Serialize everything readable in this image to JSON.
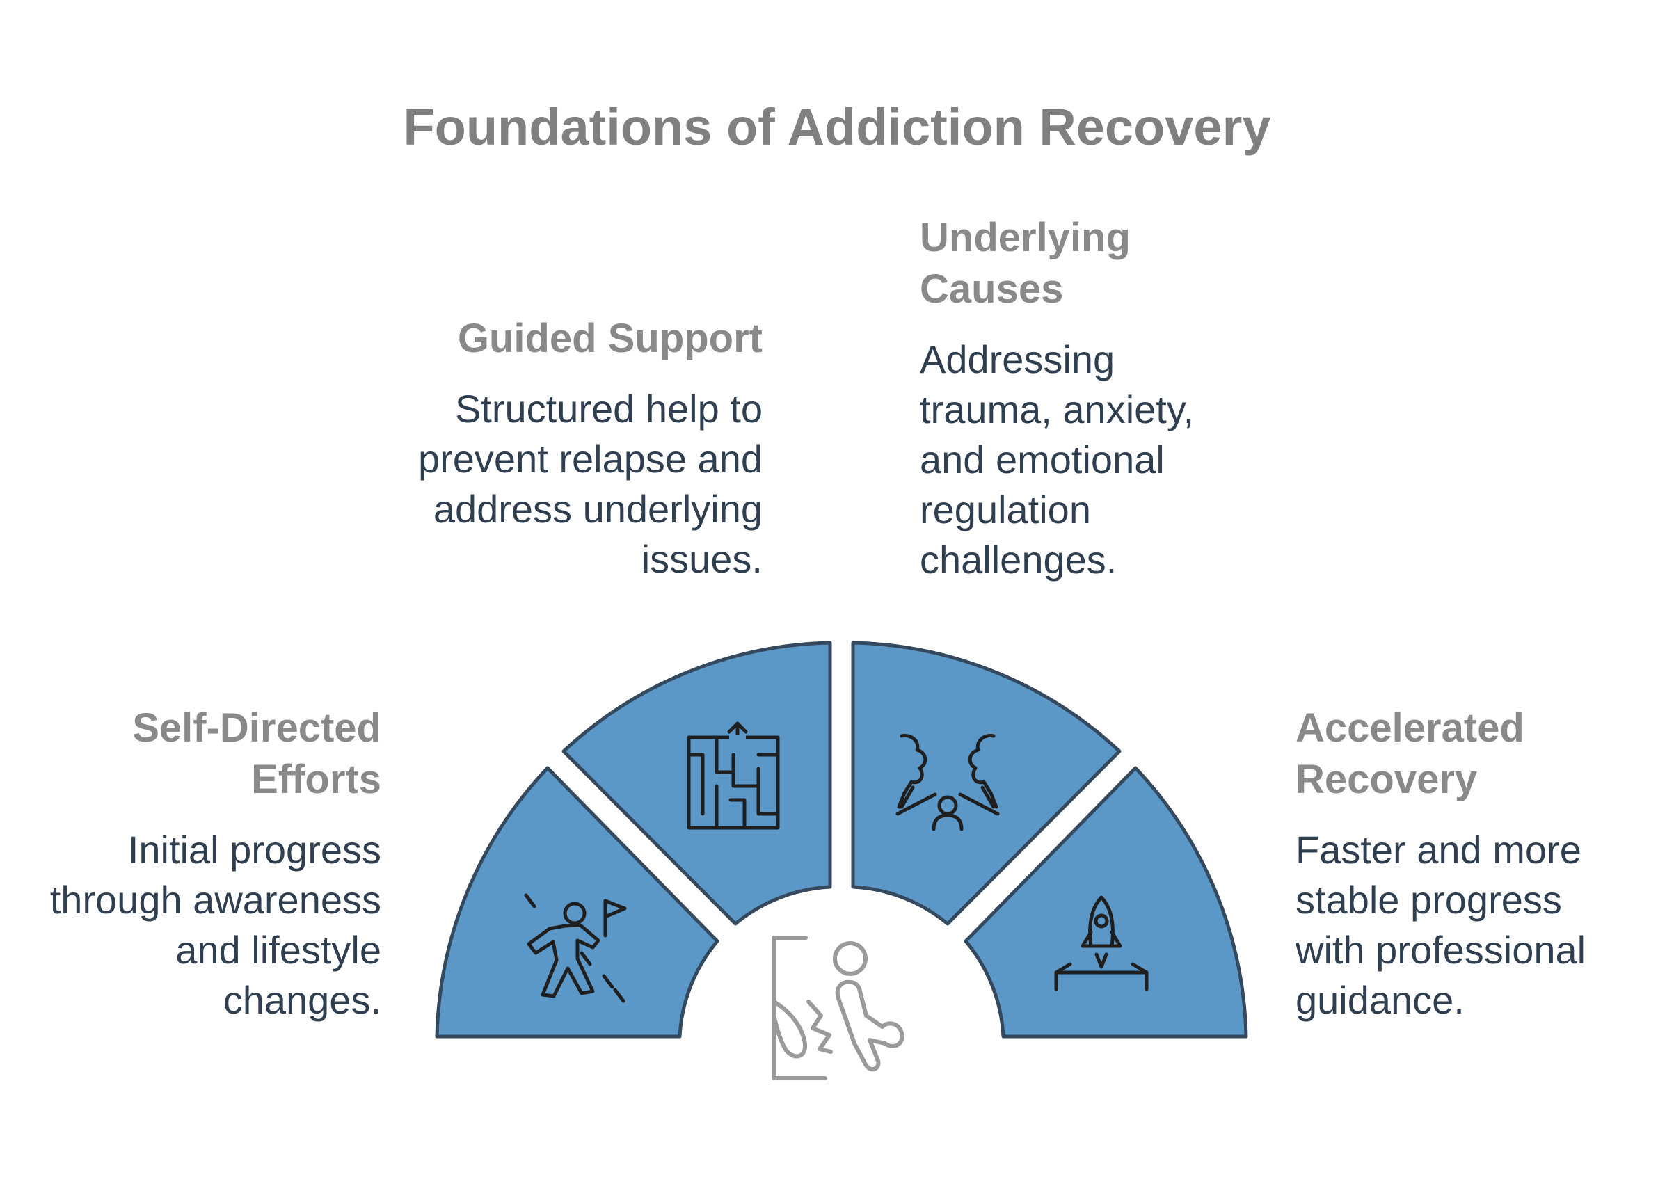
{
  "title": "Foundations of Addiction Recovery",
  "colors": {
    "segment_fill": "#5b98c8",
    "segment_stroke": "#34495e",
    "heading": "#898989",
    "body": "#2f3f4f"
  },
  "segments": [
    {
      "heading": "Self-Directed Efforts",
      "description": "Initial progress through awareness and lifestyle changes.",
      "icon": "hiker-with-flag-icon"
    },
    {
      "heading": "Guided Support",
      "description": "Structured help to prevent relapse and address underlying issues.",
      "icon": "maze-icon"
    },
    {
      "heading": "Underlying Causes",
      "description": "Addressing trauma, anxiety, and emotional regulation challenges.",
      "icon": "person-between-trees-icon"
    },
    {
      "heading": "Accelerated Recovery",
      "description": "Faster and more stable progress with professional guidance.",
      "icon": "rocket-launch-icon"
    }
  ],
  "center_icon": "person-leaving-door-icon"
}
